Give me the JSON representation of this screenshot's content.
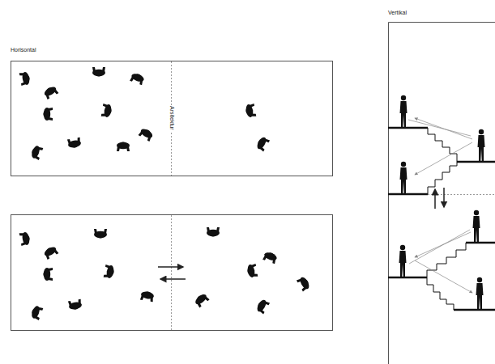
{
  "diagram": {
    "labels": [
      "Horisontal",
      "Arsitektur",
      "Vertikal"
    ]
  }
}
